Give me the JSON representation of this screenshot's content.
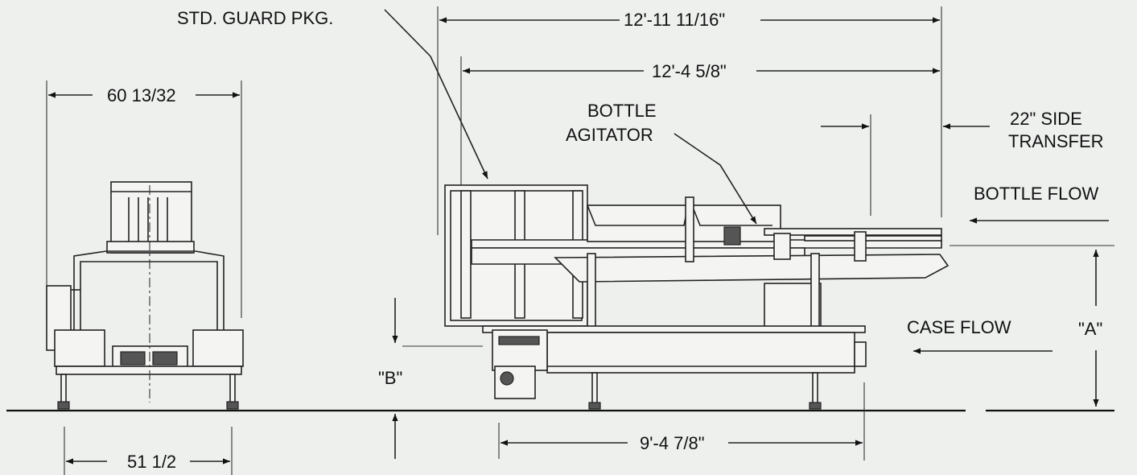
{
  "labels": {
    "guard_pkg": "STD. GUARD PKG.",
    "overall_length": "12'-11 11/16\"",
    "frame_length": "12'-4 5/8\"",
    "bottle_agitator_1": "BOTTLE",
    "bottle_agitator_2": "AGITATOR",
    "side_transfer_1": "22\" SIDE",
    "side_transfer_2": "TRANSFER",
    "bottle_flow": "BOTTLE FLOW",
    "case_flow": "CASE FLOW",
    "dim_a": "\"A\"",
    "dim_b": "\"B\"",
    "end_width_top": "60 13/32",
    "end_width_bottom": "51 1/2",
    "base_length": "9'-4 7/8\""
  },
  "colors": {
    "background": "#eef0ee",
    "line": "#222222"
  }
}
